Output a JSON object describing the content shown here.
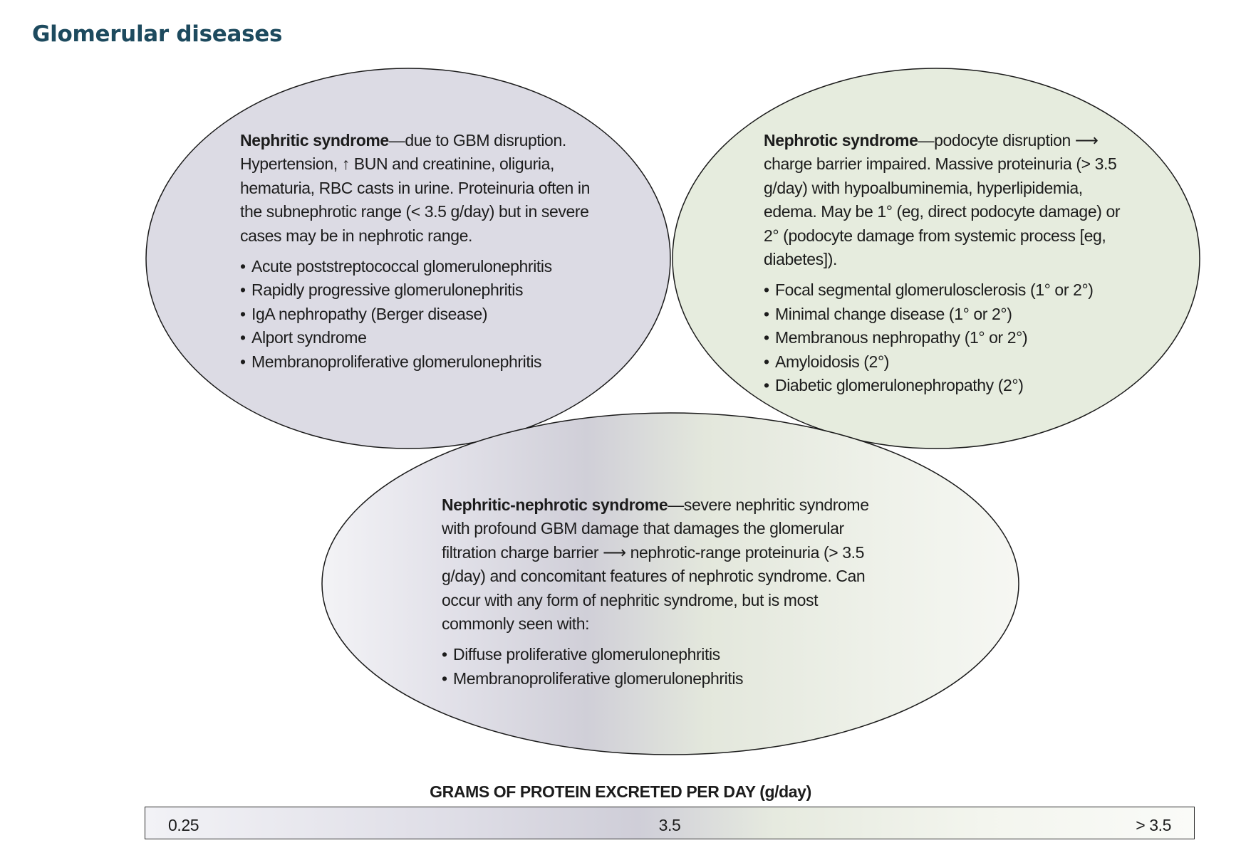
{
  "title": "Glomerular diseases",
  "nephritic": {
    "heading": "Nephritic syndrome",
    "text": "—due to GBM disruption. Hypertension, ↑ BUN and creatinine, oliguria, hematuria, RBC casts in urine. Proteinuria often in the subnephrotic range (< 3.5 g/day) but in severe cases may be in nephrotic range.",
    "items": [
      "Acute poststreptococcal glomerulonephritis",
      "Rapidly progressive glomerulonephritis",
      "IgA nephropathy (Berger disease)",
      "Alport syndrome",
      "Membranoproliferative glomerulonephritis"
    ]
  },
  "nephrotic": {
    "heading": "Nephrotic syndrome",
    "text": "—podocyte disruption ⟶ charge barrier impaired. Massive proteinuria (> 3.5 g/day) with hypoalbuminemia, hyperlipidemia, edema. May be 1° (eg, direct podocyte damage) or 2° (podocyte damage from systemic process [eg, diabetes]).",
    "items": [
      "Focal segmental glomerulosclerosis (1° or 2°)",
      "Minimal change disease (1° or 2°)",
      "Membranous nephropathy (1° or 2°)",
      "Amyloidosis (2°)",
      "Diabetic glomerulonephropathy (2°)"
    ]
  },
  "mixed": {
    "heading": "Nephritic-nephrotic syndrome",
    "text": "—severe nephritic syndrome with profound GBM damage that damages the glomerular filtration charge barrier ⟶ nephrotic-range proteinuria (> 3.5 g/day) and concomitant features of nephrotic syndrome. Can occur with any form of nephritic syndrome, but is most commonly seen with:",
    "items": [
      "Diffuse proliferative glomerulonephritis",
      "Membranoproliferative glomerulonephritis"
    ]
  },
  "scale": {
    "title": "GRAMS OF PROTEIN EXCRETED PER DAY (g/day)",
    "min_label": "0.25",
    "mid_label": "3.5",
    "max_label": "> 3.5"
  },
  "colors": {
    "title": "#1d4a5e",
    "nephritic_fill": "#dcdbe4",
    "nephrotic_fill": "#e6ecde",
    "outline": "#1a1a1a"
  }
}
